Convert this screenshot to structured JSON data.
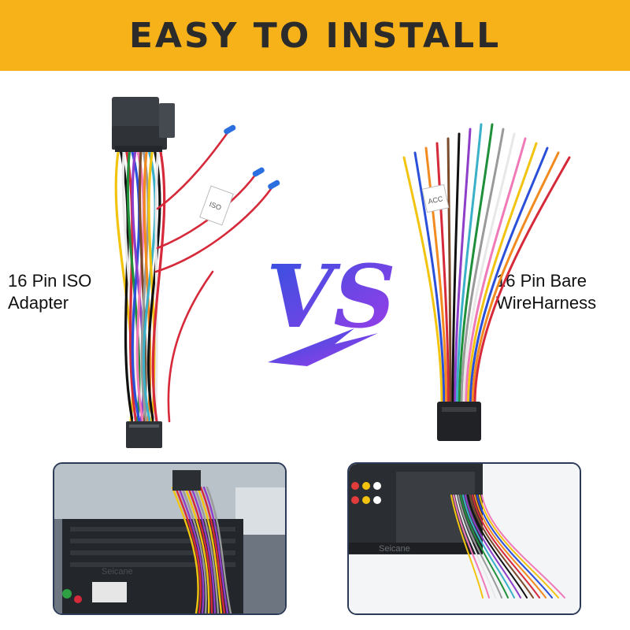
{
  "banner": {
    "title": "EASY TO INSTALL",
    "bg_color": "#f7b21a",
    "text_color": "#2b2b2b"
  },
  "left_product": {
    "label_line1": "16 Pin ISO",
    "label_line2": "Adapter",
    "tag_text": "ISO"
  },
  "right_product": {
    "label_line1": "16 Pin Bare",
    "label_line2": "WireHarness",
    "tag_text": "ACC"
  },
  "versus": {
    "text": "VS",
    "color_start": "#2e52e0",
    "color_end": "#a23be8"
  },
  "photos": {
    "left_stamp": "Seicane",
    "right_stamp": "Seicane"
  },
  "wire_colors": [
    "#f2c40f",
    "#111111",
    "#e8e8e8",
    "#d6293a",
    "#1f8f3a",
    "#2a4fd8",
    "#8e3fc9",
    "#f07ab8",
    "#7a4a2a",
    "#9a9a9a",
    "#f28b1f",
    "#3ab0c9"
  ]
}
